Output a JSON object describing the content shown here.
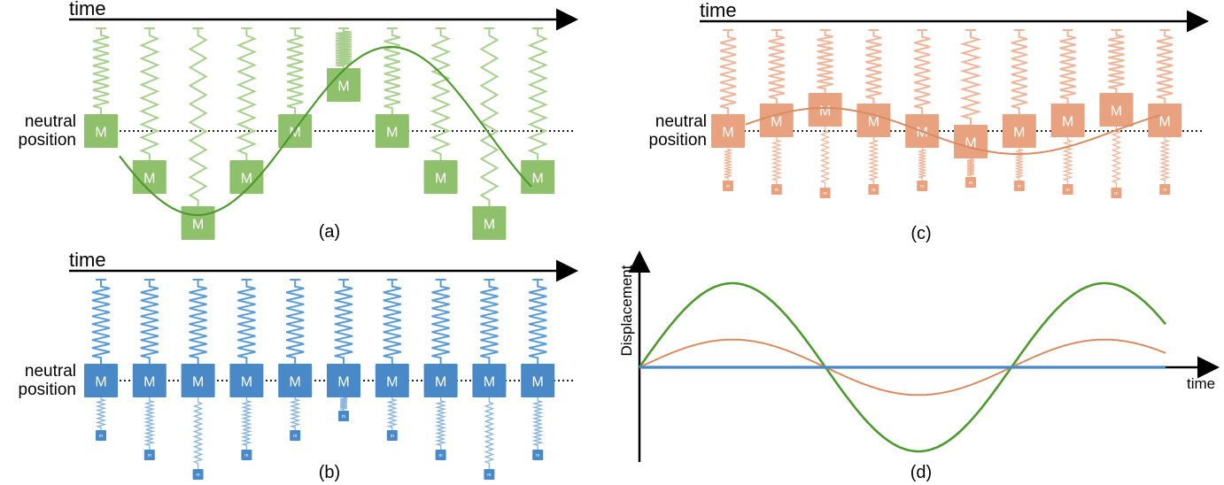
{
  "colors": {
    "green_spring": "#a9cf8f",
    "green_mass": "#8fc06b",
    "green_curve": "#4e9a2e",
    "blue_spring": "#5b9bd5",
    "blue_mass": "#4a89c8",
    "blue_small_spring": "#8db6dd",
    "orange_spring": "#efb59a",
    "orange_mass": "#e9a27f",
    "orange_curve": "#d98c62",
    "axis": "#000000"
  },
  "panel_a": {
    "time_label": "time",
    "neutral_label_line1": "neutral",
    "neutral_label_line2": "position",
    "mass_label": "M",
    "caption": "(a)",
    "displacements": [
      0,
      1,
      2,
      1,
      0,
      -1,
      0,
      1,
      2,
      1
    ]
  },
  "panel_b": {
    "time_label": "time",
    "neutral_label_line1": "neutral",
    "neutral_label_line2": "position",
    "mass_label": "M",
    "small_mass_label": "m",
    "caption": "(b)",
    "small_displacements": [
      0,
      1,
      2,
      1,
      0,
      -1,
      0,
      1,
      2,
      1
    ]
  },
  "panel_c": {
    "time_label": "time",
    "neutral_label_line1": "neutral",
    "neutral_label_line2": "position",
    "mass_label": "M",
    "small_mass_label": "m",
    "caption": "(c)",
    "displacements": [
      0,
      -0.5,
      -1,
      -0.5,
      0,
      0.5,
      0,
      -0.5,
      -1,
      -0.5
    ],
    "small_displacements": [
      0,
      0.5,
      1,
      0.5,
      0,
      -0.5,
      0,
      0.5,
      1,
      0.5
    ]
  },
  "panel_d": {
    "ylabel": "Displacement",
    "xlabel": "time",
    "caption": "(d)"
  },
  "chart_data": {
    "type": "line",
    "xlabel": "time",
    "ylabel": "Displacement",
    "series": [
      {
        "color": "#4e9a2e",
        "amplitude": 1.0
      },
      {
        "color": "#d98c62",
        "amplitude": 0.33
      },
      {
        "color": "#4a89c8",
        "amplitude": 0.0
      }
    ]
  }
}
